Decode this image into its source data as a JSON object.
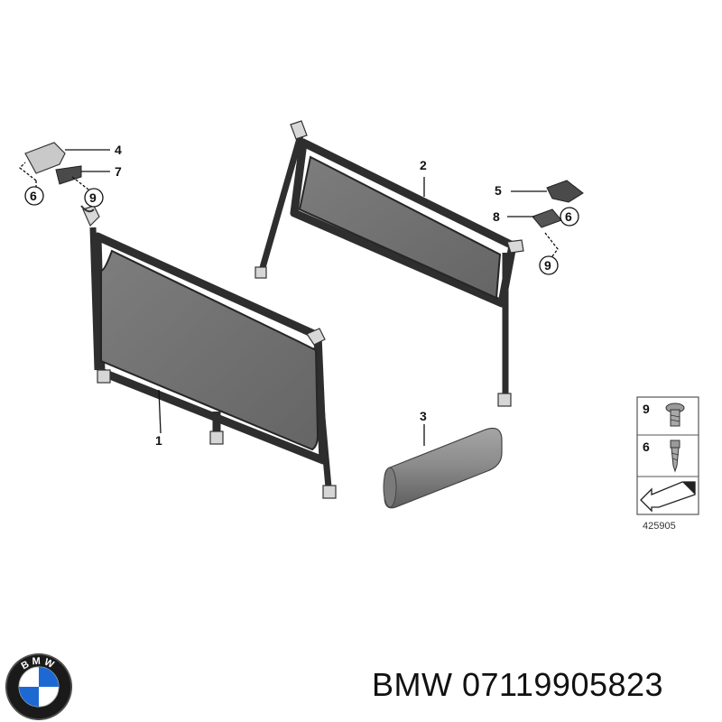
{
  "callouts": [
    {
      "id": "1",
      "label": "1"
    },
    {
      "id": "2",
      "label": "2"
    },
    {
      "id": "3",
      "label": "3"
    },
    {
      "id": "4",
      "label": "4"
    },
    {
      "id": "5",
      "label": "5"
    },
    {
      "id": "6a",
      "label": "6"
    },
    {
      "id": "6b",
      "label": "6"
    },
    {
      "id": "7",
      "label": "7"
    },
    {
      "id": "8",
      "label": "8"
    },
    {
      "id": "9a",
      "label": "9"
    },
    {
      "id": "9b",
      "label": "9"
    }
  ],
  "legend": {
    "items": [
      {
        "label": "9",
        "icon": "torx-button-head-screw-icon"
      },
      {
        "label": "6",
        "icon": "self-tapping-screw-icon"
      }
    ],
    "arrow_icon": "direction-arrow-icon",
    "ref": "425905"
  },
  "caption": "BMW 07119905823",
  "logo": {
    "name": "bmw-logo",
    "lettering": "BMW",
    "colors": {
      "blue": "#1c69d4",
      "ring": "#1a1a1a",
      "white": "#ffffff"
    }
  },
  "colors": {
    "net": "#6f6f6f",
    "frame": "#2e2e2e",
    "line": "#111111",
    "roll": "#8a8a8a"
  }
}
